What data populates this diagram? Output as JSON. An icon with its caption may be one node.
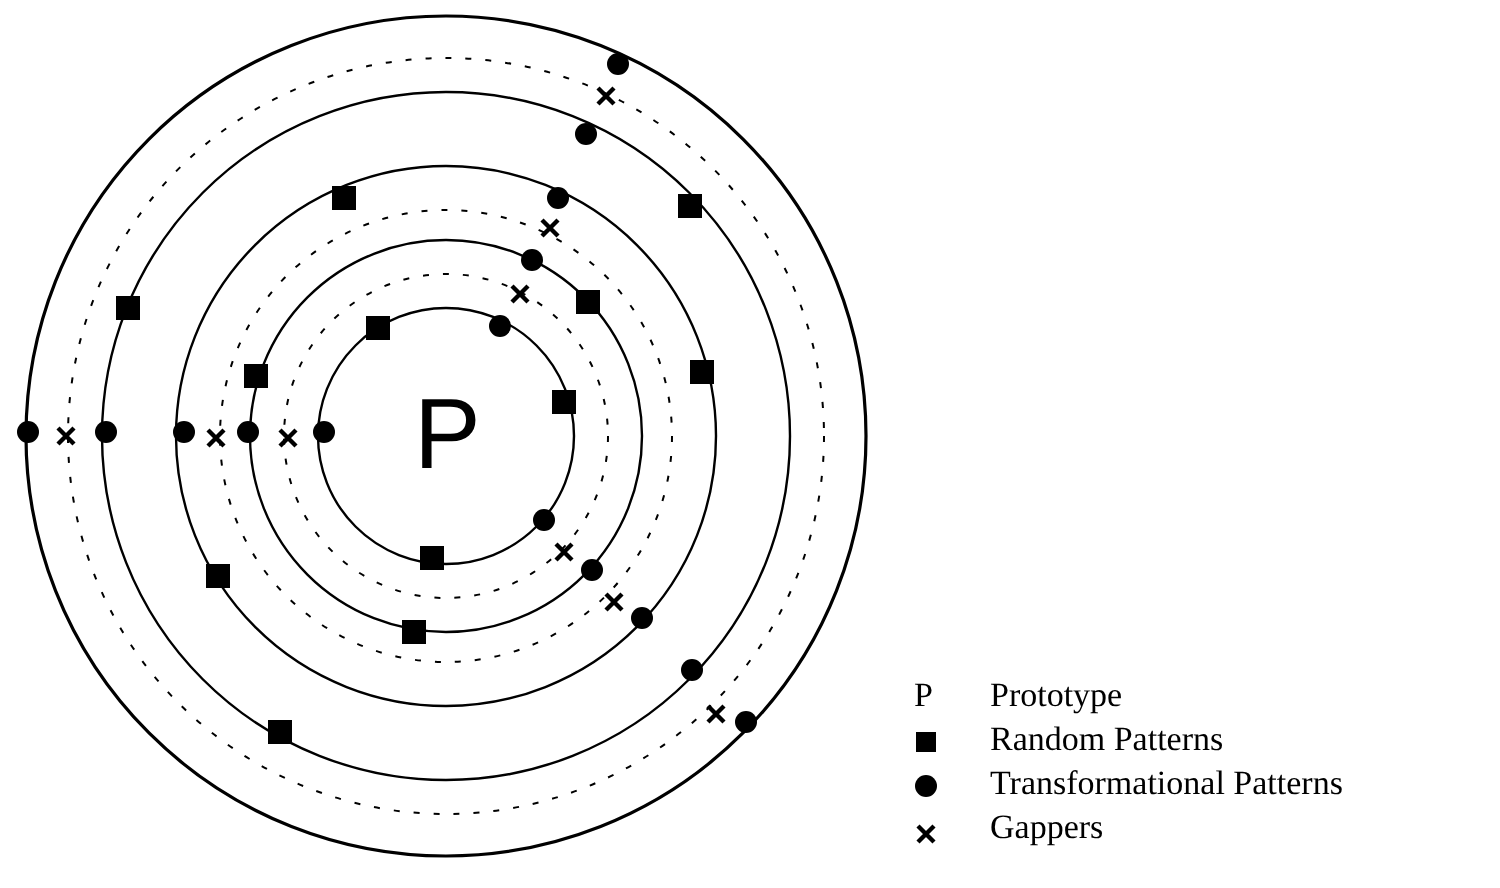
{
  "diagram": {
    "labels": [
      "P",
      "P"
    ],
    "legend": [
      {
        "text": "Prototype"
      },
      {
        "text": "Random Patterns"
      },
      {
        "text": "Transformational Patterns"
      },
      {
        "text": "Gappers"
      }
    ]
  }
}
